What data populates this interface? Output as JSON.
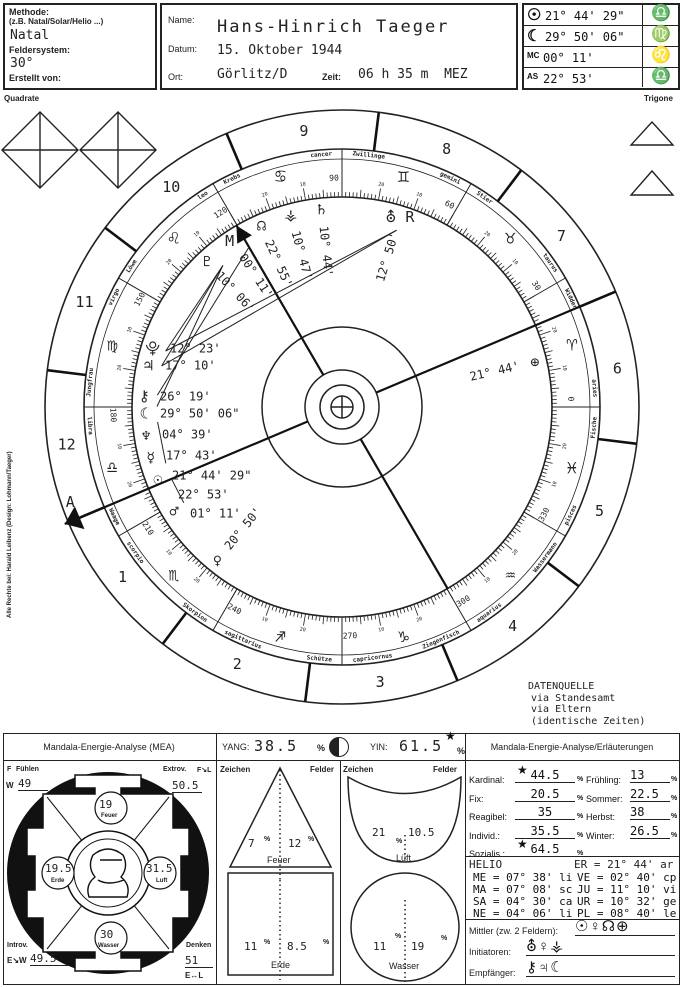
{
  "header": {
    "method_label": "Methode:",
    "method_hint": "(z.B. Natal/Solar/Helio ...)",
    "method_value": "Natal",
    "house_system_label": "Feldersystem:",
    "house_system_value": "30°",
    "created_by_label": "Erstellt von:",
    "name_label": "Name:",
    "name_value": "Hans-Hinrich Taeger",
    "date_label": "Datum:",
    "date_value": "15. Oktober 1944",
    "place_label": "Ort:",
    "place_value": "Görlitz/D",
    "time_label": "Zeit:",
    "time_value": "06 h 35 m  MEZ",
    "positions": [
      {
        "glyph": "☉",
        "value": "21° 44' 29\"",
        "sign": "♎"
      },
      {
        "glyph": "☾",
        "value": "29° 50' 06\"",
        "sign": "♍"
      },
      {
        "glyph": "MC",
        "value": "00° 11'",
        "sign": "♌"
      },
      {
        "glyph": "AS",
        "value": "22° 53'",
        "sign": "♎"
      }
    ]
  },
  "side_labels": {
    "left": "Quadrate",
    "right": "Trigone",
    "copyright": "Alle Rechte bei: Harald Leibenz (Design: Lohmann/Taeger)"
  },
  "data_source": {
    "title": "DATENQUELLE",
    "lines": [
      "via Standesamt",
      "via Eltern",
      "(identische Zeiten)"
    ]
  },
  "chart_data": {
    "type": "astrology-wheel",
    "ascendant": 202.88,
    "mc": 120.18,
    "asc_label": "A",
    "mc_label": "M",
    "signs": [
      {
        "glyph": "♈",
        "de": "Widder",
        "la": "aries"
      },
      {
        "glyph": "♉",
        "de": "Stier",
        "la": "taurus"
      },
      {
        "glyph": "♊",
        "de": "Zwillinge",
        "la": "gemini"
      },
      {
        "glyph": "♋",
        "de": "Krebs",
        "la": "cancer"
      },
      {
        "glyph": "♌",
        "de": "Löwe",
        "la": "leo"
      },
      {
        "glyph": "♍",
        "de": "Jungfrau",
        "la": "virgo"
      },
      {
        "glyph": "♎",
        "de": "Waage",
        "la": "libra"
      },
      {
        "glyph": "♏",
        "de": "Skorpion",
        "la": "scorpio"
      },
      {
        "glyph": "♐",
        "de": "Schütze",
        "la": "sagittarius"
      },
      {
        "glyph": "♑",
        "de": "Ziegenfisch",
        "la": "capricornus"
      },
      {
        "glyph": "♒",
        "de": "Wassermann",
        "la": "aquarius"
      },
      {
        "glyph": "♓",
        "de": "Fische",
        "la": "pisces"
      }
    ],
    "houses": [
      "1",
      "2",
      "3",
      "4",
      "5",
      "6",
      "7",
      "8",
      "9",
      "10",
      "11",
      "12"
    ],
    "planets": [
      {
        "name": "sun",
        "glyph": "☉",
        "lon": 201.74,
        "label": "21° 44' 29\""
      },
      {
        "name": "moon",
        "glyph": "☾",
        "lon": 179.84,
        "label": "29° 50' 06\""
      },
      {
        "name": "mercury",
        "glyph": "☿",
        "lon": 197.72,
        "label": "17° 43'"
      },
      {
        "name": "venus",
        "glyph": "♀",
        "lon": 230.83,
        "label": "20° 50'"
      },
      {
        "name": "mars",
        "glyph": "♂",
        "lon": 211.18,
        "label": "01° 11'"
      },
      {
        "name": "jupiter",
        "glyph": "♃",
        "lon": 167.17,
        "label": "17° 10'"
      },
      {
        "name": "saturn",
        "glyph": "♄",
        "lon": 100.73,
        "label": "10° 44'"
      },
      {
        "name": "uranus",
        "glyph": "⛢ R",
        "lon": 72.83,
        "label": "12° 50'"
      },
      {
        "name": "neptune",
        "glyph": "♆",
        "lon": 184.65,
        "label": "04° 39'"
      },
      {
        "name": "pluto",
        "glyph": "♇",
        "lon": 130.1,
        "label": "10° 06'"
      },
      {
        "name": "node",
        "glyph": "☊",
        "lon": 112.92,
        "label": "22° 55'"
      },
      {
        "name": "point-cancer",
        "glyph": "⚶",
        "lon": 100.78,
        "label": "10° 47'"
      },
      {
        "name": "point-virgo",
        "glyph": "⯓",
        "lon": 162.38,
        "label": "12° 23'"
      },
      {
        "name": "chiron",
        "glyph": "⚷",
        "lon": 176.32,
        "label": "26° 19'"
      },
      {
        "name": "asc",
        "glyph": "",
        "lon": 202.88,
        "label": "22° 53'"
      },
      {
        "name": "mc",
        "glyph": "",
        "lon": 120.18,
        "label": "00° 11'"
      },
      {
        "name": "earth",
        "glyph": "⊕",
        "lon": 21.73,
        "label": "21° 44'"
      }
    ],
    "aspects": [
      [
        "pluto",
        "jupiter"
      ],
      [
        "pluto",
        "point-virgo"
      ],
      [
        "pluto",
        "moon"
      ],
      [
        "mc",
        "chiron"
      ],
      [
        "uranus",
        "point-virgo"
      ],
      [
        "uranus",
        "jupiter"
      ],
      [
        "mercury",
        "neptune"
      ],
      [
        "asc",
        "mars"
      ]
    ]
  },
  "mea": {
    "title": "Mandala-Energie-Analyse (MEA)",
    "yang_label": "YANG:",
    "yang_value": "38.5",
    "yin_label": "YIN:",
    "yin_value": "61.5",
    "pct": "%",
    "fuehlen_label": "Fühlen",
    "fuehlen_axis_top": "F",
    "fuehlen_axis_bottom": "W",
    "fuehlen_value": "49",
    "extrov_label": "Extrov.",
    "extrov_axis": "F↘L",
    "extrov_value": "50.5",
    "introv_label": "Introv.",
    "introv_axis": "E↘W",
    "introv_value": "49.5",
    "denken_label": "Denken",
    "denken_axis": "E↔L",
    "denken_value": "51",
    "elements": {
      "feuer": {
        "label": "Feuer",
        "value": "19"
      },
      "erde": {
        "label": "Erde",
        "value": "19.5"
      },
      "luft": {
        "label": "Luft",
        "value": "31.5"
      },
      "wasser": {
        "label": "Wasser",
        "value": "30"
      }
    },
    "zeichen_label": "Zeichen",
    "felder_label": "Felder",
    "feuer": {
      "label": "Feuer",
      "zeichen": "7",
      "felder": "12"
    },
    "erde": {
      "label": "Erde",
      "zeichen": "11",
      "felder": "8.5"
    },
    "luft": {
      "label": "Lüft",
      "zeichen": "21",
      "felder": "10.5"
    },
    "wasser": {
      "label": "Wasser",
      "zeichen": "11",
      "felder": "19"
    }
  },
  "explain": {
    "title": "Mandala-Energie-Analyse/Erläuterungen",
    "left": [
      {
        "label": "Kardinal:",
        "value": "44.5",
        "star": true
      },
      {
        "label": "Fix:",
        "value": "20.5"
      },
      {
        "label": "Reagibel:",
        "value": "35"
      },
      {
        "label": "Individ.:",
        "value": "35.5"
      },
      {
        "label": "Sozialis.:",
        "value": "64.5",
        "star": true
      }
    ],
    "right": [
      {
        "label": "Frühling:",
        "value": "13"
      },
      {
        "label": "Sommer:",
        "value": "22.5"
      },
      {
        "label": "Herbst:",
        "value": "38"
      },
      {
        "label": "Winter:",
        "value": "26.5"
      }
    ],
    "helio_title": "HELIO",
    "helio": [
      [
        "ME = 07° 38' li",
        "VE = 02° 40' cp"
      ],
      [
        "MA = 07° 08' sc",
        "JU = 11° 10' vi"
      ],
      [
        "SA = 04° 30' ca",
        "UR = 10° 32' ge"
      ],
      [
        "NE = 04° 06' li",
        "PL = 08° 40' le"
      ]
    ],
    "helio_er": "ER = 21° 44' ar",
    "mittler_label": "Mittler (zw. 2 Feldern):",
    "mittler_glyphs": "☉♀☊⊕",
    "initiatoren_label": "Initiatoren:",
    "initiatoren_glyphs": "⛢♀⚶",
    "empfaenger_label": "Empfänger:",
    "empfaenger_glyphs": "⚷♃☾"
  }
}
